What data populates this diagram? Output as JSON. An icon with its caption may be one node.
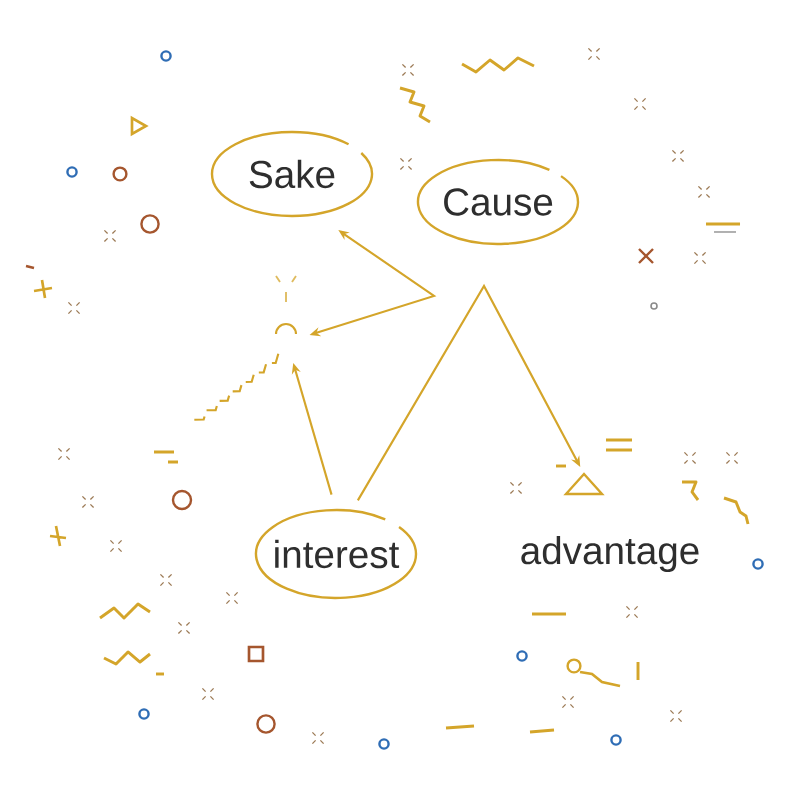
{
  "diagram": {
    "nodes": [
      {
        "text": [
          "Sake"
        ]
      },
      {
        "text": [
          "Cause"
        ]
      },
      {
        "text": [],
        "shape": "arc"
      },
      {
        "text": [],
        "shape": "triangle"
      },
      {
        "text": [
          "interest"
        ]
      },
      {
        "text": [
          "advantage"
        ]
      }
    ],
    "edges": [
      {
        "from": 2,
        "to": 0,
        "arrow": "both"
      },
      {
        "from": 4,
        "to": 2,
        "arrow": "to"
      },
      {
        "from": 4,
        "to": 3,
        "arrow": "to"
      }
    ]
  }
}
